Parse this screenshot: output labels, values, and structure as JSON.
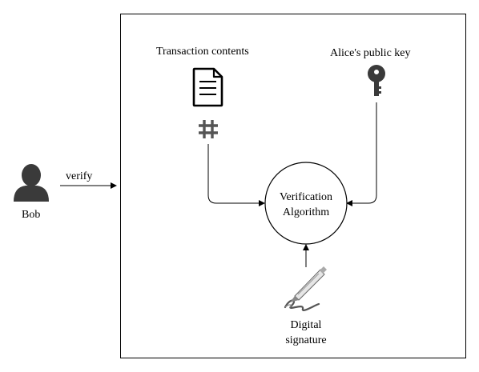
{
  "actor": {
    "name": "Bob"
  },
  "edges": {
    "verify": "verify"
  },
  "inputs": {
    "transaction": "Transaction contents",
    "public_key": "Alice's public key"
  },
  "process": {
    "line1": "Verification",
    "line2": "Algorithm"
  },
  "signature": {
    "line1": "Digital",
    "line2": "signature"
  },
  "icons": {
    "actor": "person-icon",
    "document": "document-icon",
    "hash": "hash-icon",
    "key": "key-icon",
    "pen": "fountain-pen-icon"
  },
  "colors": {
    "line": "#000000",
    "icon": "#3a3a3a",
    "hash": "#555555"
  }
}
